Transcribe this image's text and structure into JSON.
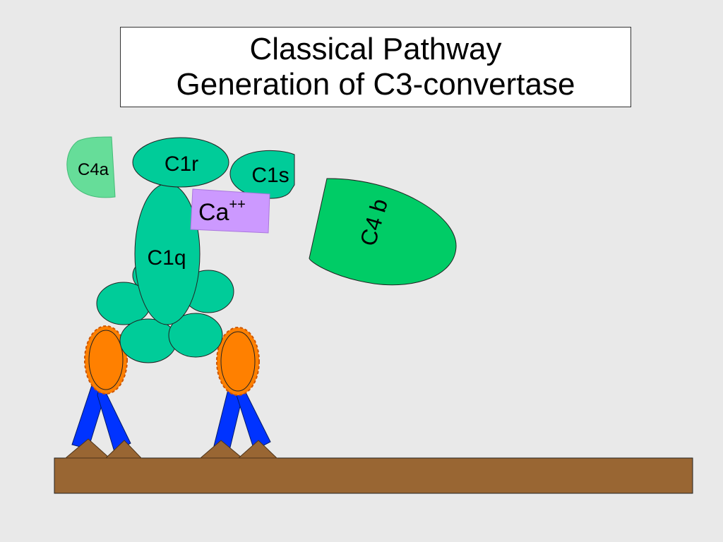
{
  "title": {
    "line1": "Classical Pathway",
    "line2": "Generation of C3-convertase"
  },
  "labels": {
    "c4a": "C4a",
    "c1r": "C1r",
    "c1s": "C1s",
    "ca_base": "Ca",
    "ca_sup": "++",
    "c1q": "C1q",
    "c4b": "C4 b"
  },
  "colors": {
    "background": "#e9e9e9",
    "c1_complex": "#00cc99",
    "c4a": "#66dd99",
    "c4b": "#00cc66",
    "calcium": "#cc99ff",
    "antigen": "#ff8000",
    "antibody": "#0033ff",
    "membrane": "#996633"
  }
}
